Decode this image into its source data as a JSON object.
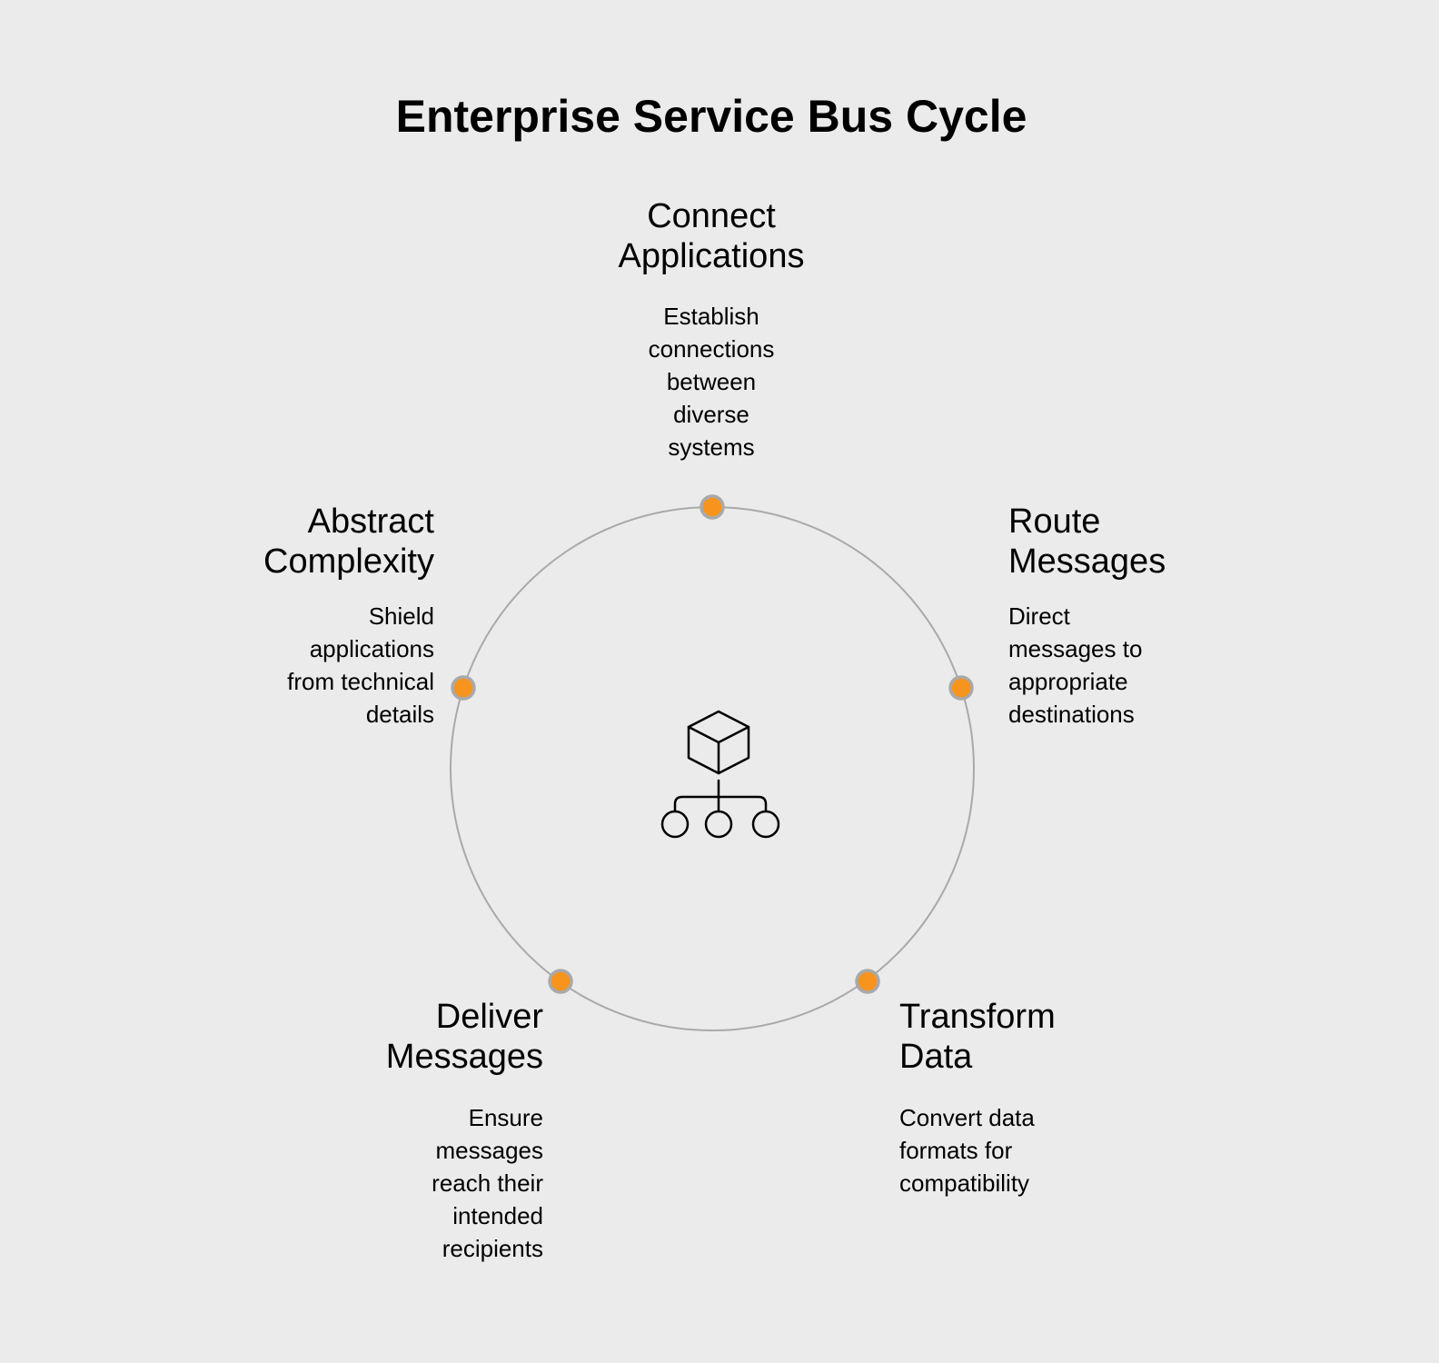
{
  "title": "Enterprise Service Bus Cycle",
  "colors": {
    "background": "#ebebeb",
    "accent": "#f7941e",
    "ring": "#a9a9a9",
    "text": "#000000",
    "icon": "#000000"
  },
  "center_icon": "cube-distribution-icon",
  "nodes": {
    "top": {
      "id": "connect-applications",
      "label": "Connect Applications",
      "label_lines": [
        "Connect",
        "Applications"
      ],
      "description": "Establish connections between diverse systems",
      "desc_lines": [
        "Establish",
        "connections",
        "between",
        "diverse",
        "systems"
      ],
      "position": "top"
    },
    "right": {
      "id": "route-messages",
      "label": "Route Messages",
      "label_lines": [
        "Route",
        "Messages"
      ],
      "description": "Direct messages to appropriate destinations",
      "desc_lines": [
        "Direct",
        "messages to",
        "appropriate",
        "destinations"
      ],
      "position": "right"
    },
    "bottom_right": {
      "id": "transform-data",
      "label": "Transform Data",
      "label_lines": [
        "Transform",
        "Data"
      ],
      "description": "Convert data formats for compatibility",
      "desc_lines": [
        "Convert data",
        "formats for",
        "compatibility"
      ],
      "position": "bottom-right"
    },
    "bottom_left": {
      "id": "deliver-messages",
      "label": "Deliver Messages",
      "label_lines": [
        "Deliver",
        "Messages"
      ],
      "description": "Ensure messages reach their intended recipients",
      "desc_lines": [
        "Ensure",
        "messages",
        "reach their",
        "intended",
        "recipients"
      ],
      "position": "bottom-left"
    },
    "left": {
      "id": "abstract-complexity",
      "label": "Abstract Complexity",
      "label_lines": [
        "Abstract",
        "Complexity"
      ],
      "description": "Shield applications from technical details",
      "desc_lines": [
        "Shield",
        "applications",
        "from technical",
        "details"
      ],
      "position": "left"
    }
  }
}
